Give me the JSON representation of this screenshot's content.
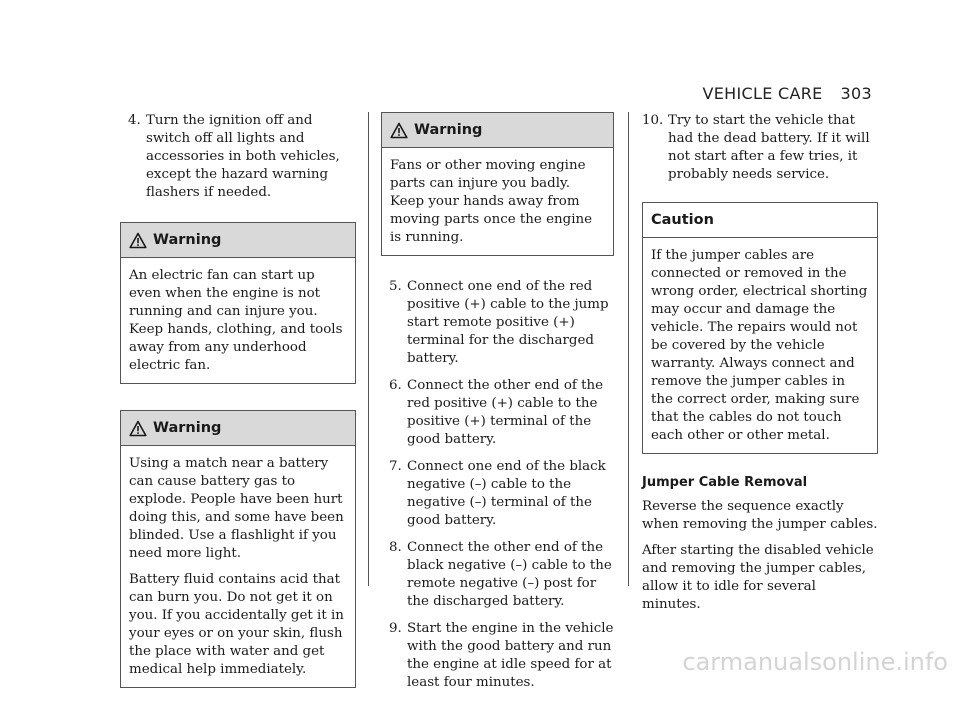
{
  "header": {
    "section": "VEHICLE CARE",
    "page_number": "303"
  },
  "columns": {
    "col1": {
      "step4": {
        "number": "4.",
        "text": "Turn the ignition off and switch off all lights and accessories in both vehicles, except the hazard warning flashers if needed."
      },
      "warning1": {
        "title": "Warning",
        "icon": "warning-triangle-icon",
        "body": "An electric fan can start up even when the engine is not running and can injure you. Keep hands, clothing, and tools away from any underhood electric fan."
      },
      "warning2": {
        "title": "Warning",
        "icon": "warning-triangle-icon",
        "paragraphs": [
          "Using a match near a battery can cause battery gas to explode. People have been hurt doing this, and some have been blinded. Use a flashlight if you need more light.",
          "Battery fluid contains acid that can burn you. Do not get it on you. If you accidentally get it in your eyes or on your skin, flush the place with water and get medical help immediately."
        ]
      }
    },
    "col2": {
      "warning3": {
        "title": "Warning",
        "icon": "warning-triangle-icon",
        "body": "Fans or other moving engine parts can injure you badly. Keep your hands away from moving parts once the engine is running."
      },
      "steps": [
        {
          "number": "5.",
          "text": "Connect one end of the red positive (+) cable to the jump start remote positive (+) terminal for the discharged battery."
        },
        {
          "number": "6.",
          "text": "Connect the other end of the red positive (+) cable to the positive (+) terminal of the good battery."
        },
        {
          "number": "7.",
          "text": "Connect one end of the black negative (–) cable to the negative (–) terminal of the good battery."
        },
        {
          "number": "8.",
          "text": "Connect the other end of the black negative (–) cable to the remote negative (–) post for the discharged battery."
        },
        {
          "number": "9.",
          "text": "Start the engine in the vehicle with the good battery and run the engine at idle speed for at least four minutes."
        }
      ]
    },
    "col3": {
      "step10": {
        "number": "10.",
        "text": "Try to start the vehicle that had the dead battery. If it will not start after a few tries, it probably needs service."
      },
      "caution": {
        "title": "Caution",
        "body": "If the jumper cables are connected or removed in the wrong order, electrical shorting may occur and damage the vehicle. The repairs would not be covered by the vehicle warranty. Always connect and remove the jumper cables in the correct order, making sure that the cables do not touch each other or other metal."
      },
      "removal": {
        "heading": "Jumper Cable Removal",
        "paragraphs": [
          "Reverse the sequence exactly when removing the jumper cables.",
          "After starting the disabled vehicle and removing the jumper cables, allow it to idle for several minutes."
        ]
      }
    }
  },
  "watermark": "carmanualsonline.info"
}
